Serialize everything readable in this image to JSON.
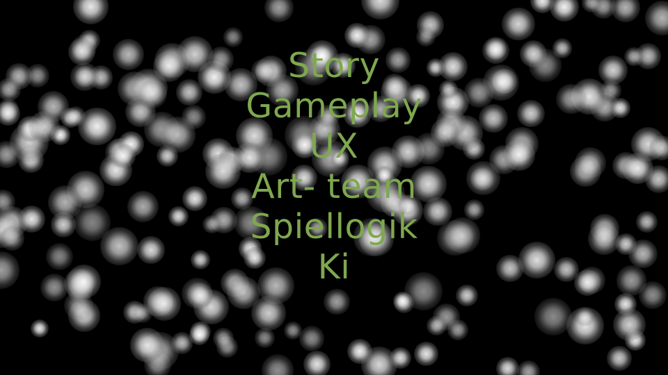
{
  "slide": {
    "background": "#000000",
    "text_color": "#7ea84f",
    "lines": [
      "Story",
      "Gameplay",
      "UX",
      "Art- team",
      "Spiellogik",
      "Ki"
    ]
  }
}
